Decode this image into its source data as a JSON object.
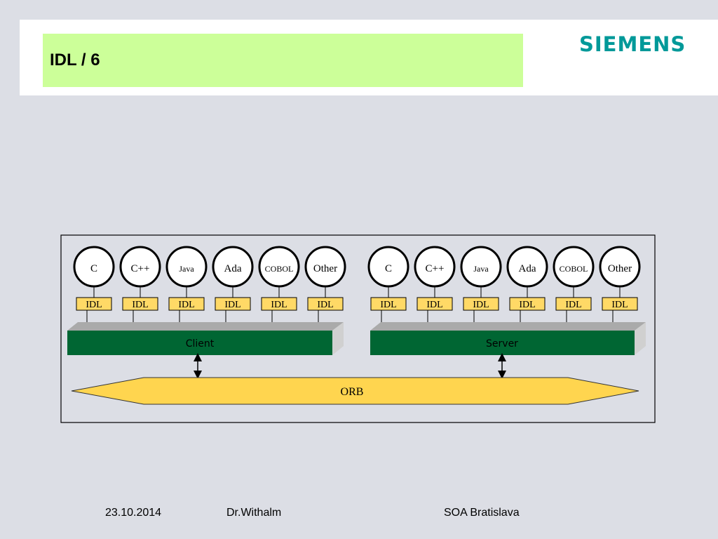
{
  "header": {
    "title": "IDL / 6",
    "logo": "SIEMENS"
  },
  "diagram": {
    "client": {
      "label": "Client",
      "languages": [
        "C",
        "C++",
        "Java",
        "Ada",
        "COBOL",
        "Other"
      ]
    },
    "server": {
      "label": "Server",
      "languages": [
        "C",
        "C++",
        "Java",
        "Ada",
        "COBOL",
        "Other"
      ]
    },
    "idl_label": "IDL",
    "orb_label": "ORB"
  },
  "footer": {
    "date": "23.10.2014",
    "author": "Dr.Withalm",
    "event": "SOA Bratislava"
  },
  "colors": {
    "background": "#dcdee5",
    "title_box": "#ccff99",
    "logo": "#009999",
    "idl_box": "#ffd966",
    "bar_green": "#006633",
    "orb_fill": "#ffd54f"
  }
}
